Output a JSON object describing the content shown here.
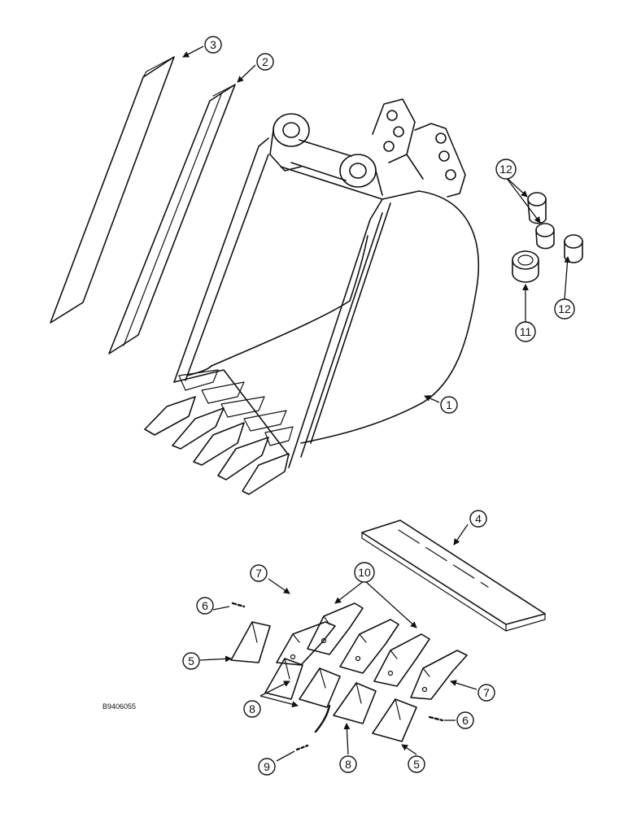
{
  "diagram": {
    "reference_code": "B9406055",
    "callouts": {
      "c1": "1",
      "c2": "2",
      "c3": "3",
      "c4": "4",
      "c5a": "5",
      "c5b": "5",
      "c6a": "6",
      "c6b": "6",
      "c7a": "7",
      "c7b": "7",
      "c8a": "8",
      "c8b": "8",
      "c9": "9",
      "c10": "10",
      "c11": "11",
      "c12a": "12",
      "c12b": "12"
    }
  }
}
